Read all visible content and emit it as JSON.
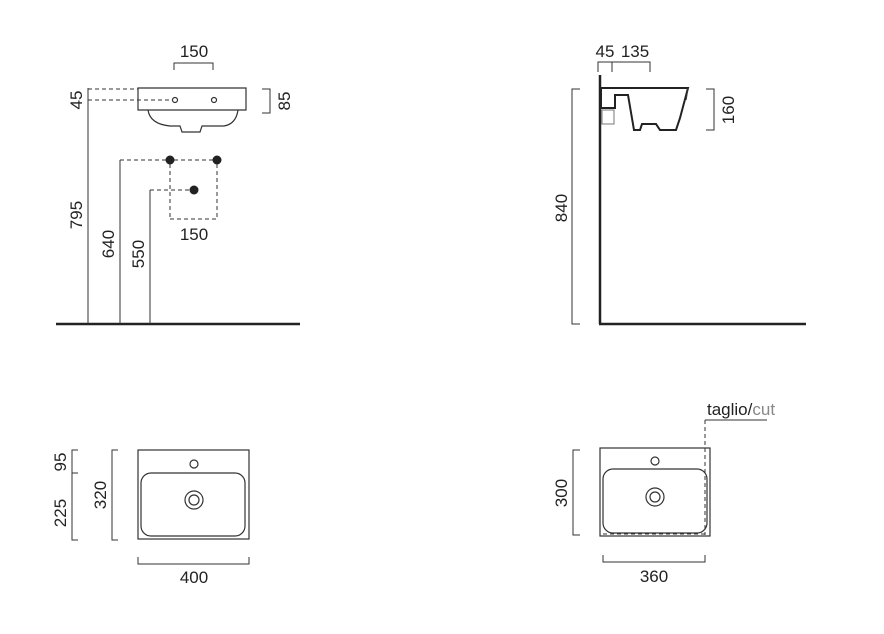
{
  "front_view": {
    "dims": {
      "basin_width": "150",
      "top_offset": "45",
      "basin_height": "85",
      "rim_height": "795",
      "supply_height": "640",
      "drain_height": "550",
      "supply_spacing": "150"
    }
  },
  "side_view": {
    "dims": {
      "wall_offset": "45",
      "hole_depth": "135",
      "basin_depth": "160",
      "rim_height": "840"
    }
  },
  "plan_view": {
    "dims": {
      "tap_offset": "95",
      "bowl_depth": "225",
      "total_depth": "320",
      "width": "400"
    }
  },
  "cut_view": {
    "label_main": "taglio/",
    "label_alt": "cut",
    "label_alt_color": "#888888",
    "dims": {
      "depth": "300",
      "width": "360"
    }
  }
}
